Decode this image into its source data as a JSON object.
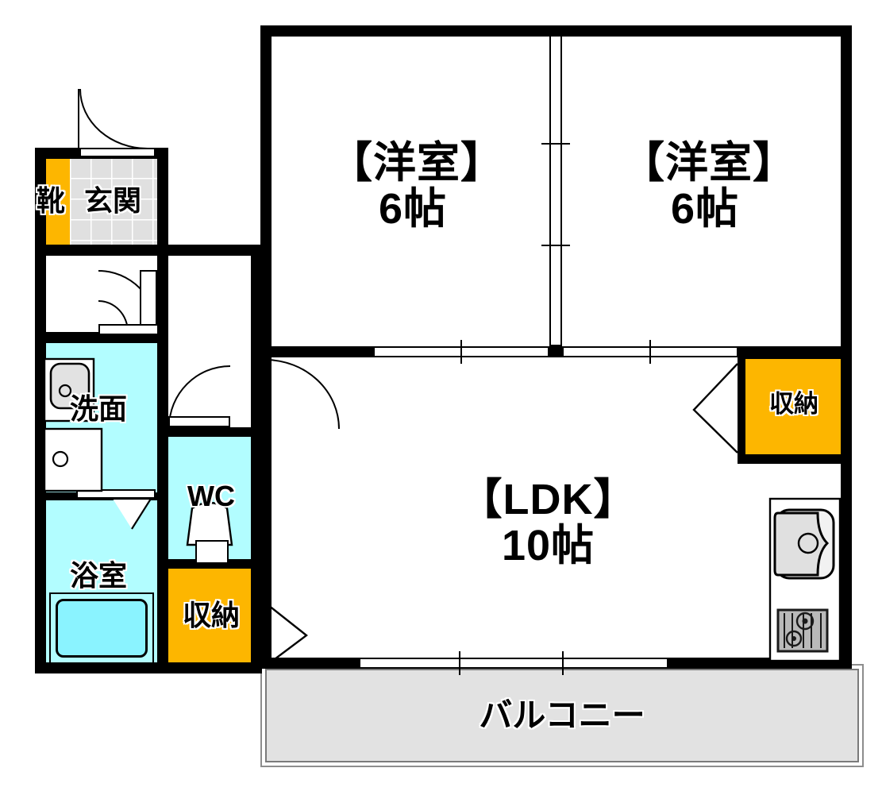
{
  "plan": {
    "type": "japanese-apartment-floor-plan",
    "layout_code": "2LDK",
    "unit": "帖",
    "colors": {
      "wall": "#000000",
      "storage_fill": "#fdb600",
      "water_area_fill": "#b2fdff",
      "balcony_fill": "#e2e2e2",
      "genkan_fill": "#e0e0e0",
      "background": "#ffffff"
    }
  },
  "rooms": [
    {
      "id": "bedroom-left",
      "name_line1": "【洋室】",
      "name_line2": "6帖",
      "area_jo": 6,
      "type": "western-room"
    },
    {
      "id": "bedroom-right",
      "name_line1": "【洋室】",
      "name_line2": "6帖",
      "area_jo": 6,
      "type": "western-room"
    },
    {
      "id": "ldk",
      "name_line1": "【LDK】",
      "name_line2": "10帖",
      "area_jo": 10,
      "type": "living-dining-kitchen"
    },
    {
      "id": "balcony",
      "name_line1": "バルコニー",
      "type": "balcony"
    },
    {
      "id": "genkan",
      "name_line1": "玄関",
      "type": "entrance"
    },
    {
      "id": "shoebox",
      "name_line1": "靴",
      "type": "shoe-cupboard"
    },
    {
      "id": "washroom",
      "name_line1": "洗面",
      "type": "washbasin-room"
    },
    {
      "id": "bathroom",
      "name_line1": "浴室",
      "type": "bathroom"
    },
    {
      "id": "toilet",
      "name_line1": "WC",
      "type": "toilet"
    },
    {
      "id": "storage-hall",
      "name_line1": "収納",
      "type": "closet"
    },
    {
      "id": "storage-ldk",
      "name_line1": "収納",
      "type": "closet"
    }
  ],
  "labels": {
    "bedroom_left_l1": "【洋室】",
    "bedroom_left_l2": "6帖",
    "bedroom_right_l1": "【洋室】",
    "bedroom_right_l2": "6帖",
    "ldk_l1": "【LDK】",
    "ldk_l2": "10帖",
    "balcony": "バルコニー",
    "genkan": "玄関",
    "shoebox": "靴",
    "washroom": "洗面",
    "bathroom": "浴室",
    "toilet": "WC",
    "storage_hall": "収納",
    "storage_ldk": "収納"
  },
  "fixtures": [
    {
      "id": "kitchen-sink",
      "name": "sink-fixture"
    },
    {
      "id": "gas-stove",
      "name": "stove-fixture",
      "burners": 2
    },
    {
      "id": "bathtub",
      "name": "bathtub-fixture"
    },
    {
      "id": "wash-basin",
      "name": "washbasin-fixture"
    },
    {
      "id": "washing-machine",
      "name": "washing-machine-space"
    },
    {
      "id": "toilet-bowl",
      "name": "toilet-fixture"
    }
  ]
}
